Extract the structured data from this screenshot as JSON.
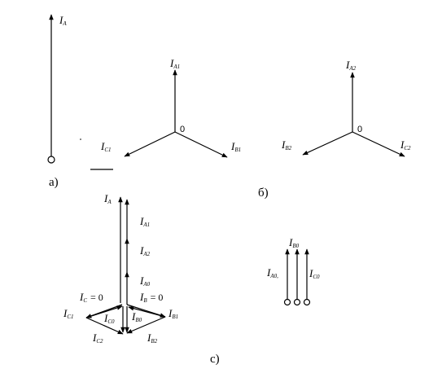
{
  "captions": {
    "a": "а)",
    "b": "б)",
    "c": "с)"
  },
  "origin_label": "0",
  "zero_eq": "= 0",
  "labels": {
    "ia": {
      "base": "I",
      "sub": "A"
    },
    "a1": {
      "base": "I",
      "sub": "A1"
    },
    "c1": {
      "base": "I",
      "sub": "C1"
    },
    "b1": {
      "base": "I",
      "sub": "B1"
    },
    "a2": {
      "base": "I",
      "sub": "A2"
    },
    "b2": {
      "base": "I",
      "sub": "B2"
    },
    "c2": {
      "base": "I",
      "sub": "C2"
    },
    "c_ia": {
      "base": "I",
      "sub": "A"
    },
    "c_a1": {
      "base": "I",
      "sub": "A1"
    },
    "c_a2": {
      "base": "I",
      "sub": "A2"
    },
    "c_a0": {
      "base": "I",
      "sub": "A0"
    },
    "c_c1": {
      "base": "I",
      "sub": "C1"
    },
    "c_b1": {
      "base": "I",
      "sub": "B1"
    },
    "c_c0": {
      "base": "I",
      "sub": "C0"
    },
    "c_b0": {
      "base": "I",
      "sub": "B0"
    },
    "c_c2": {
      "base": "I",
      "sub": "C2"
    },
    "c_b2": {
      "base": "I",
      "sub": "B2"
    },
    "c_ic": {
      "base": "I",
      "sub": "C"
    },
    "c_ib": {
      "base": "I",
      "sub": "B"
    },
    "z_b0": {
      "base": "I",
      "sub": "B0"
    },
    "z_a0": {
      "base": "I",
      "sub": "A0,"
    },
    "z_c0": {
      "base": "I",
      "sub": "C0"
    }
  }
}
